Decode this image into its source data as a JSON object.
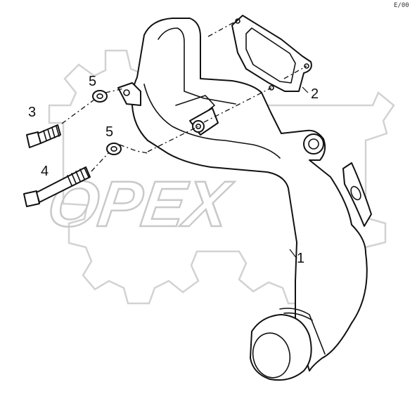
{
  "drawing": {
    "corner_code": "E/00",
    "watermark": "OPEX",
    "callouts": {
      "pipe": "1",
      "gasket": "2",
      "bolt_short": "3",
      "bolt_long": "4",
      "washer_upper": "5",
      "washer_lower": "5"
    },
    "icons": {
      "watermark_shape": "gear-icon"
    }
  }
}
